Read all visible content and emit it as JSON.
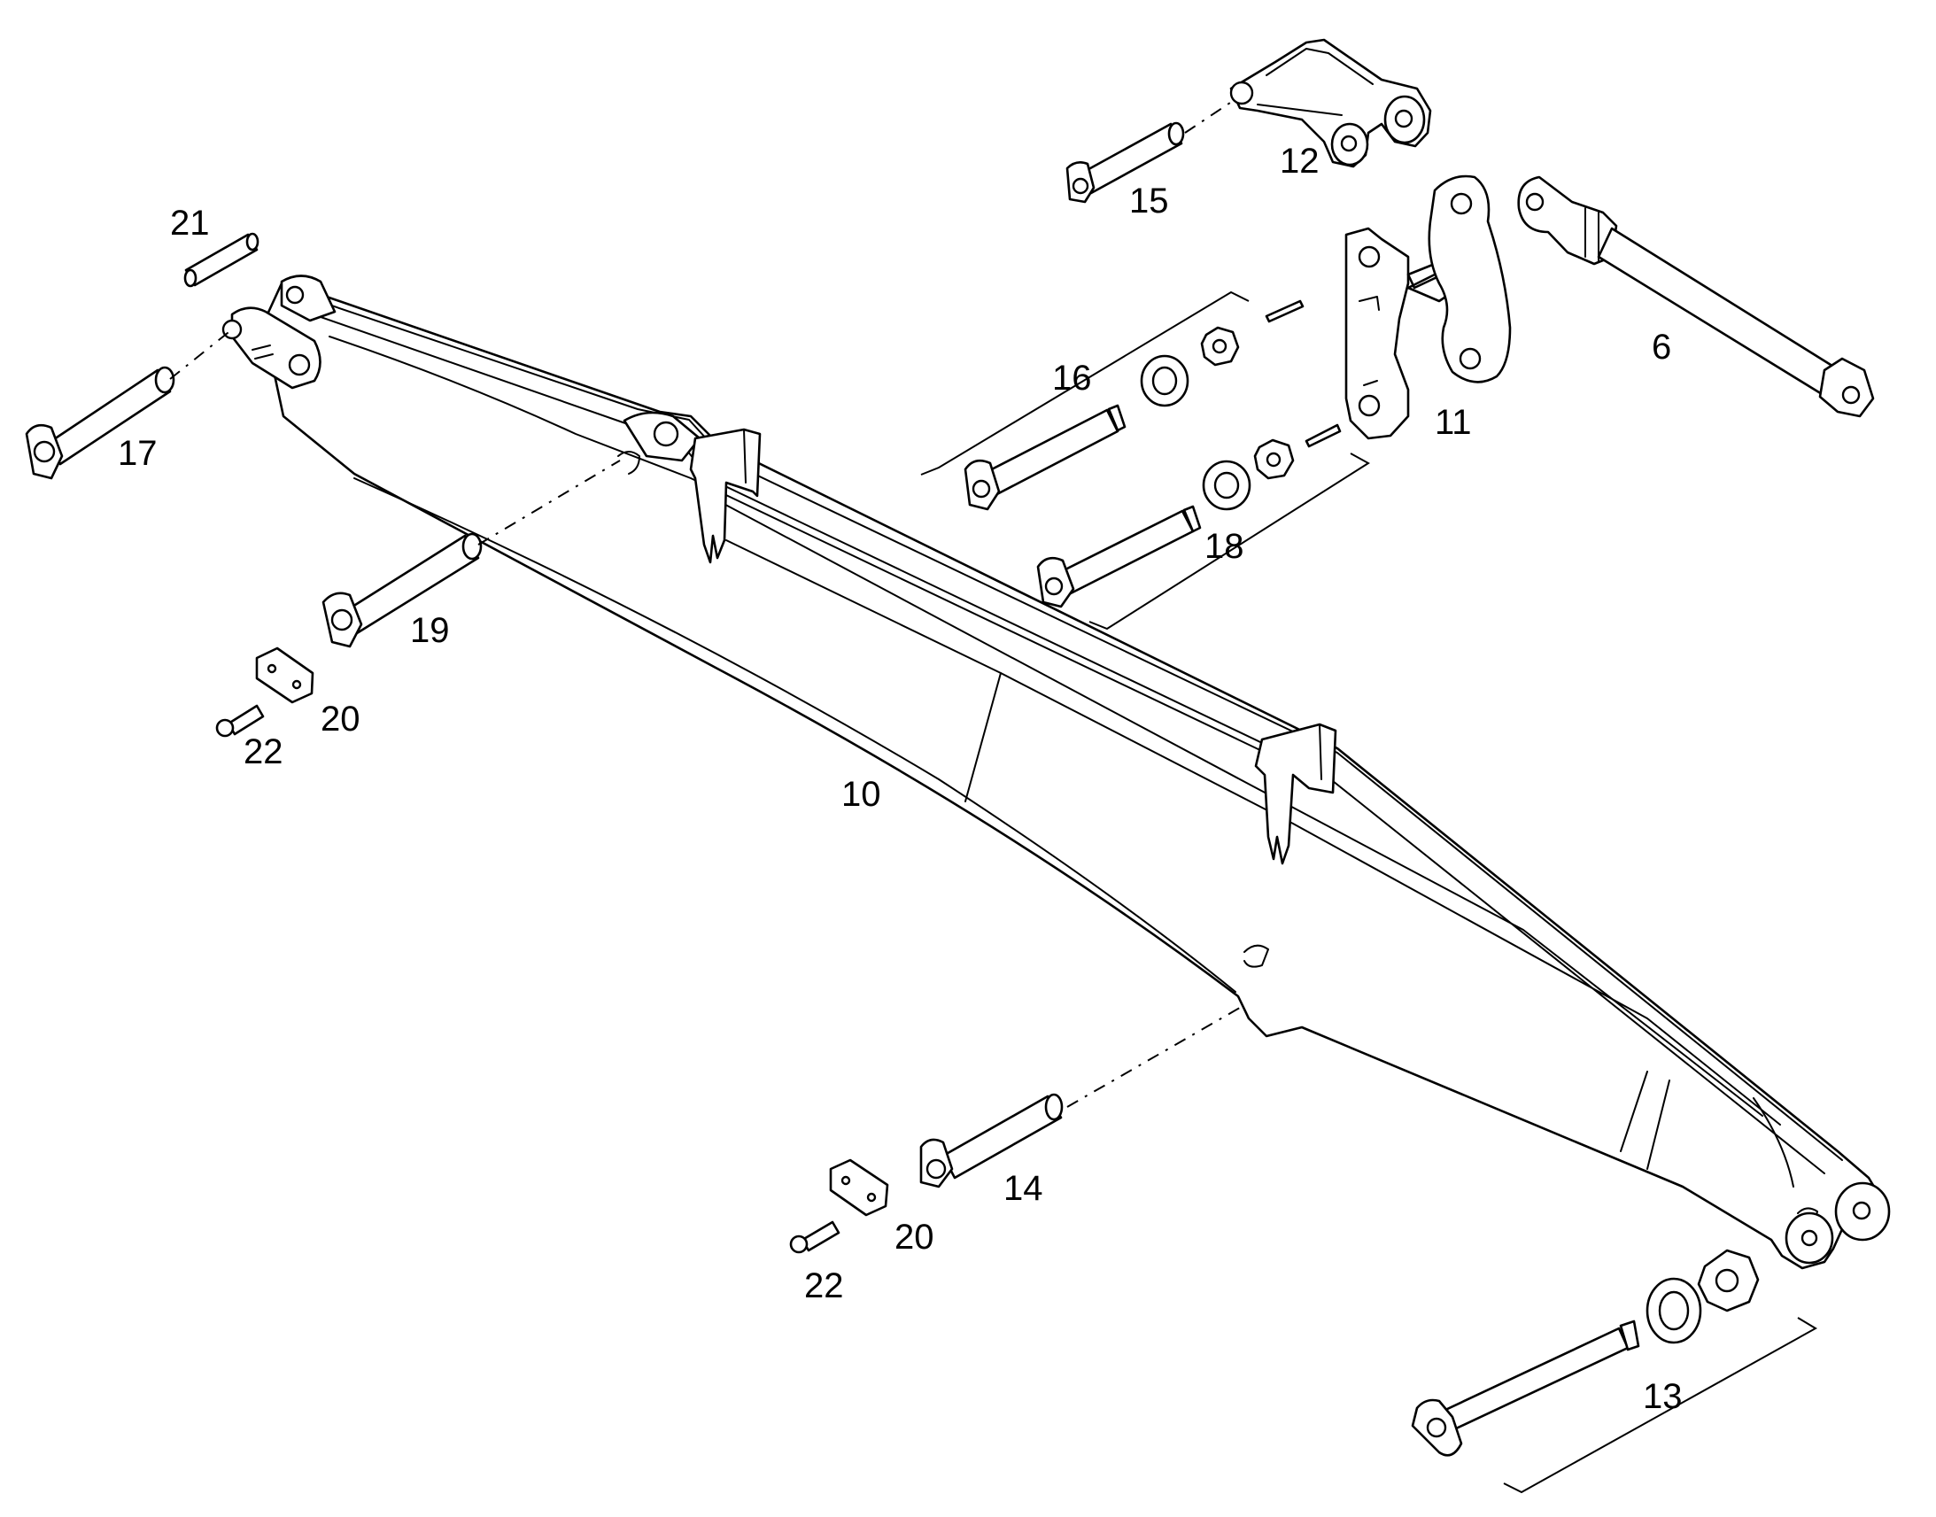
{
  "diagram": {
    "callouts": {
      "c6": "6",
      "c10": "10",
      "c11": "11",
      "c12": "12",
      "c13": "13",
      "c14": "14",
      "c15": "15",
      "c16": "16",
      "c17": "17",
      "c18": "18",
      "c19": "19",
      "c20a": "20",
      "c20b": "20",
      "c21": "21",
      "c22a": "22",
      "c22b": "22"
    }
  }
}
